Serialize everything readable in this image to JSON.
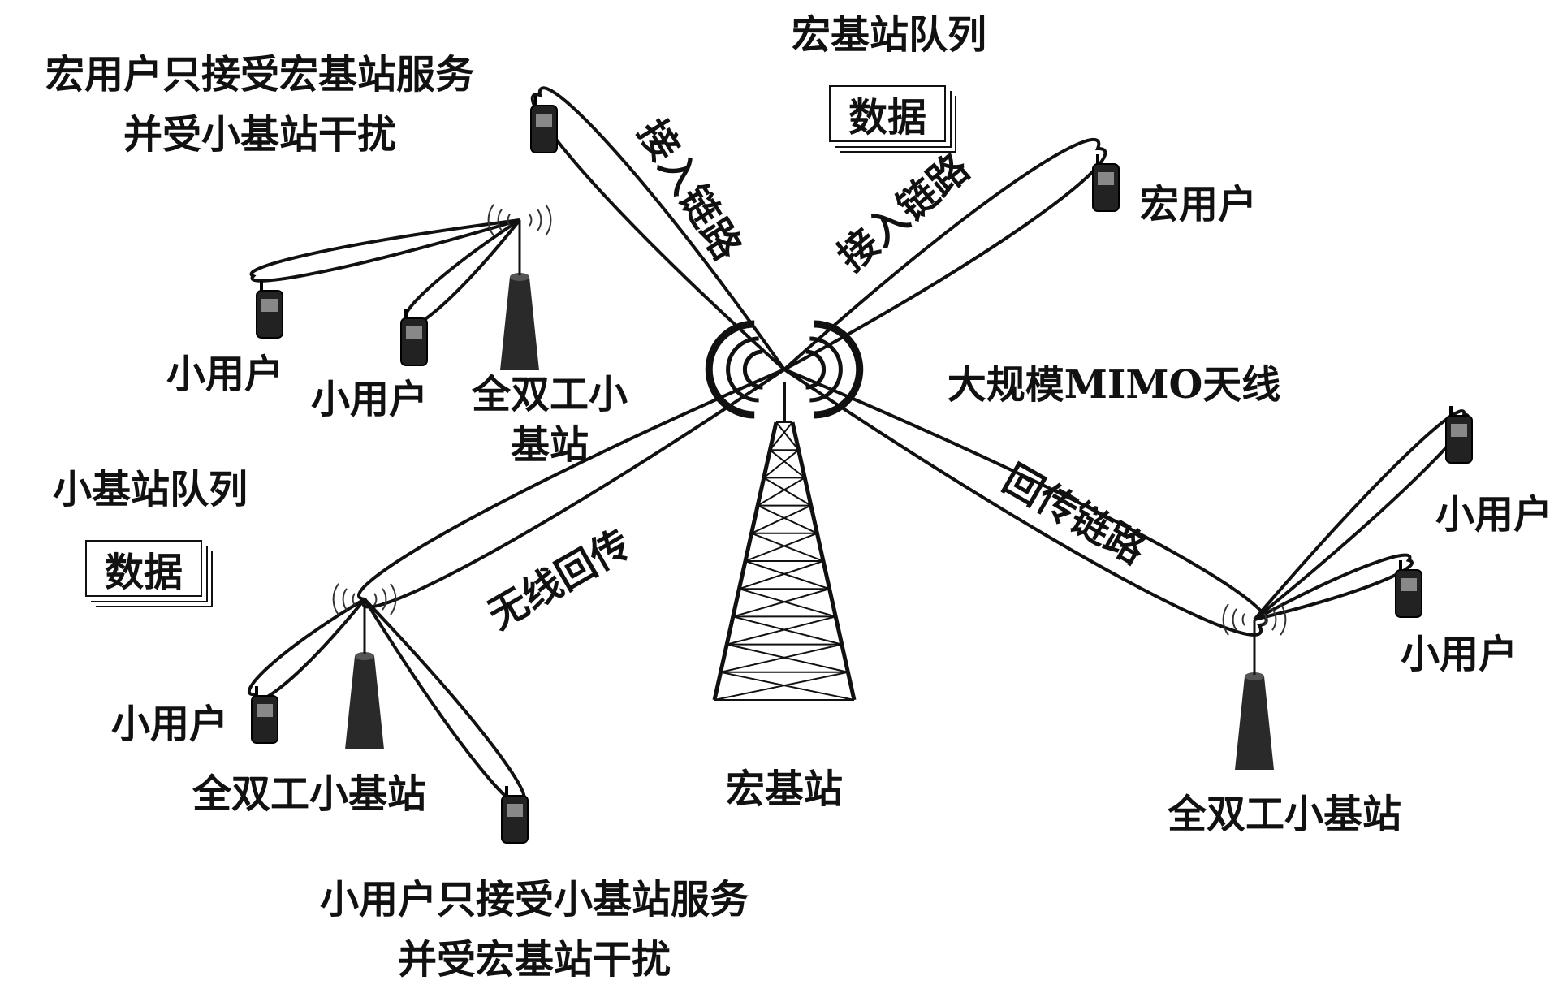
{
  "macro_bs": {
    "label": "宏基站",
    "antenna_label": "大规模MIMO天线"
  },
  "macro_queue": {
    "title": "宏基站队列",
    "box_label": "数据"
  },
  "small_queue": {
    "title": "小基站队列",
    "box_label": "数据"
  },
  "macro_user_note": {
    "line1": "宏用户只接受宏基站服务",
    "line2": "并受小基站干扰"
  },
  "small_user_note": {
    "line1": "小用户只接受小基站服务",
    "line2": "并受宏基站干扰"
  },
  "links": {
    "access_left": "接入链路",
    "access_right": "接入链路",
    "wireless_backhaul": "无线回传",
    "backhaul_link": "回传链路"
  },
  "macro_user_right": "宏用户",
  "small_bs_top_left": {
    "label_line1": "全双工小",
    "label_line2": "基站",
    "user1": "小用户",
    "user2": "小用户"
  },
  "small_bs_bottom_left": {
    "label": "全双工小基站",
    "user1": "小用户"
  },
  "small_bs_right": {
    "label": "全双工小基站",
    "user1": "小用户",
    "user2": "小用户"
  }
}
